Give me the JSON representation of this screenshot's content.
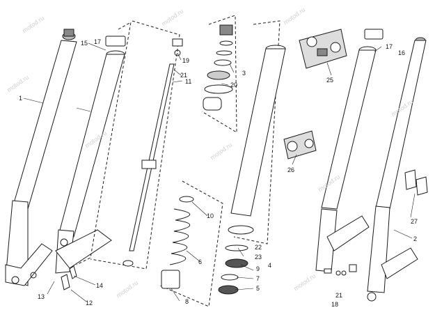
{
  "watermark": "motod.ru",
  "callouts": {
    "c1": "1",
    "c2": "2",
    "c3": "3",
    "c4": "4",
    "c5": "5",
    "c6": "6",
    "c7": "7",
    "c8": "8",
    "c9": "9",
    "c10": "10",
    "c11": "11",
    "c12": "12",
    "c13": "13",
    "c14": "14",
    "c15": "15",
    "c16": "16",
    "c17a": "17",
    "c17b": "17",
    "c18": "18",
    "c19": "19",
    "c20": "20",
    "c21a": "21",
    "c21b": "21",
    "c22": "22",
    "c23": "23",
    "c25": "25",
    "c26": "26",
    "c27": "27"
  },
  "colors": {
    "line": "#1a1a1a",
    "fill": "#ffffff",
    "shade": "#9a9a9a",
    "light": "#d9d9d9"
  }
}
